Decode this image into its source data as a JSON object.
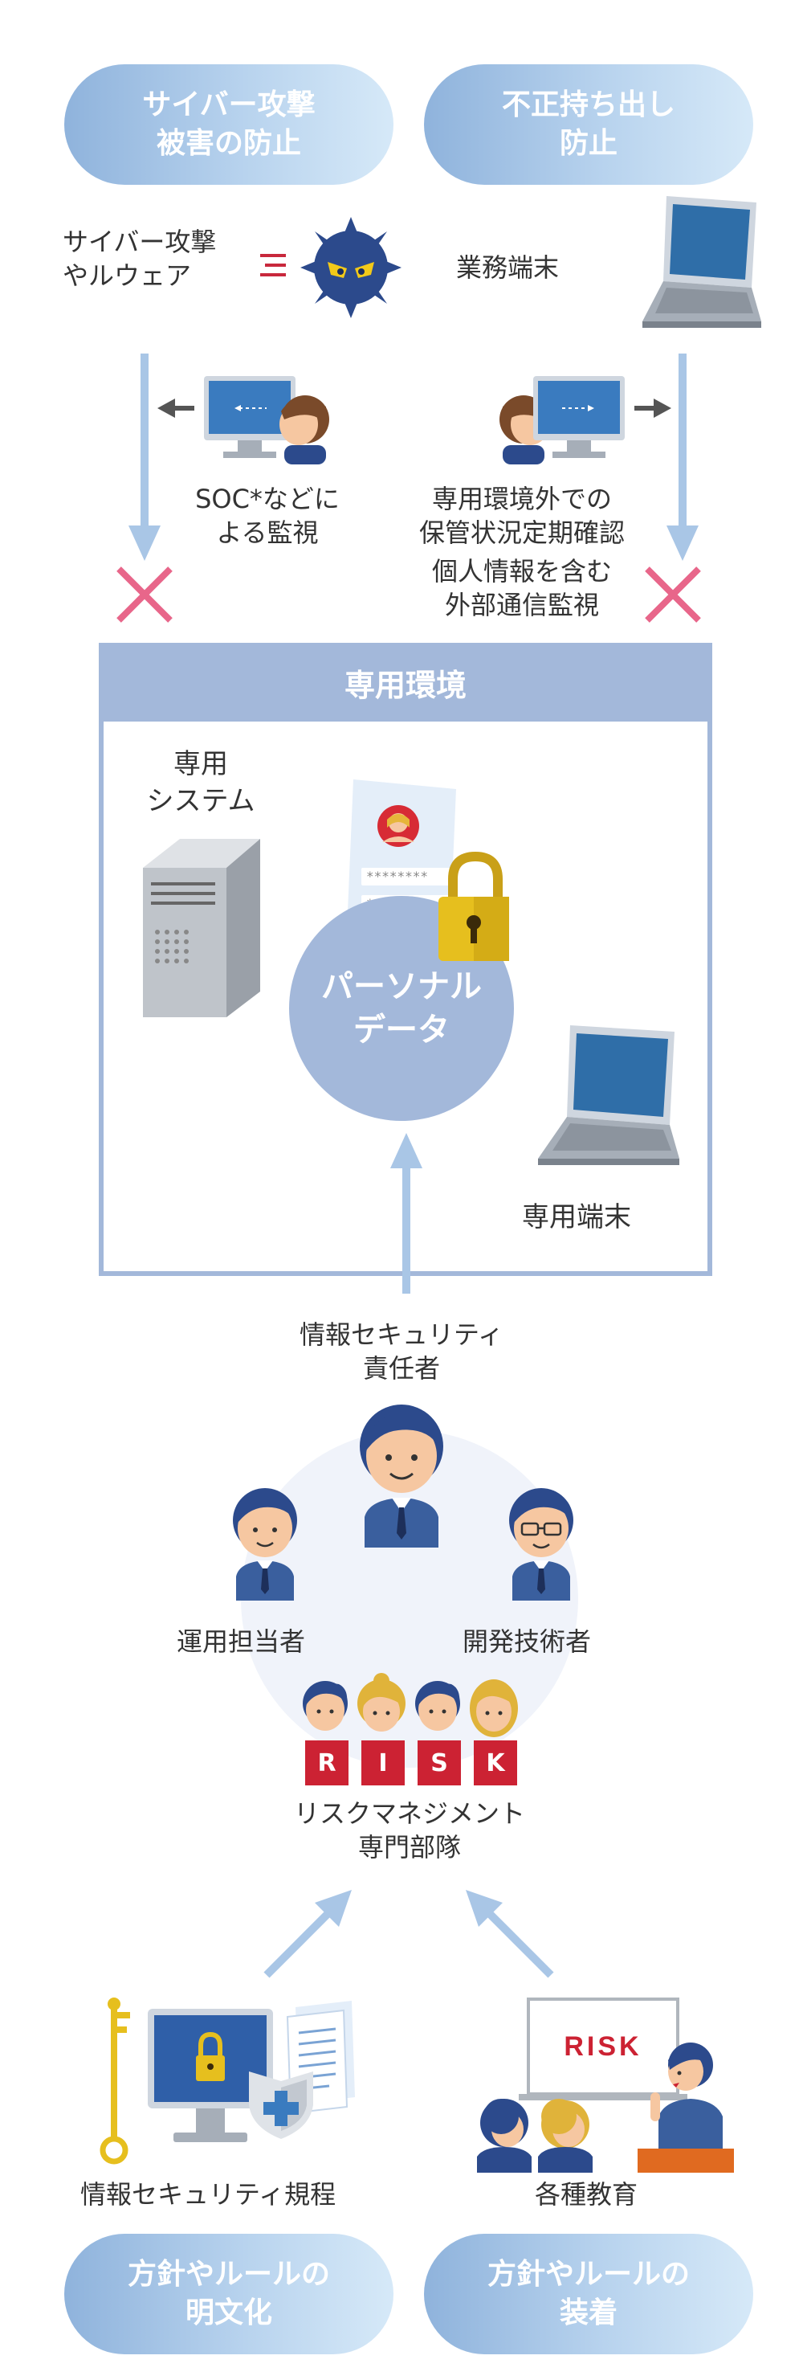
{
  "top": {
    "pill_left": [
      "サイバー攻撃",
      "被害の防止"
    ],
    "pill_right": [
      "不正持ち出し",
      "防止"
    ],
    "threat_label": [
      "サイバー攻撃",
      "やルウェア"
    ],
    "device_label": "業務端末",
    "soc_label": [
      "SOC*などに",
      "よる監視"
    ],
    "right_notes": [
      "専用環境外での",
      "保管状況定期確認",
      "個人情報を含む",
      "外部通信監視"
    ]
  },
  "env": {
    "title": "専用環境",
    "system_label": [
      "専用",
      "システム"
    ],
    "data_label": [
      "パーソナル",
      "データ"
    ],
    "terminal_label": "専用端末",
    "password_mask": "********"
  },
  "team": {
    "lead_label": [
      "情報セキュリティ",
      "責任者"
    ],
    "ops_label": "運用担当者",
    "dev_label": "開発技術者",
    "risk_letters": [
      "R",
      "I",
      "S",
      "K"
    ],
    "risk_team_label": [
      "リスクマネジメント",
      "専門部隊"
    ]
  },
  "bottom": {
    "rules_label": "情報セキュリティ規程",
    "education_label": "各種教育",
    "board_text": "RISK",
    "pill_left": [
      "方針やルールの",
      "明文化"
    ],
    "pill_right": [
      "方針やルールの",
      "装着"
    ]
  },
  "colors": {
    "navy": "#2c4a8c",
    "pill_gradient": [
      "#8fb3dc",
      "#d6e9f8"
    ],
    "arrow": "#a9c6e6",
    "cross": "#e8668a",
    "env_border": "#a3b8da",
    "risk_red": "#cc2233",
    "lock": "#e6bf1e"
  }
}
